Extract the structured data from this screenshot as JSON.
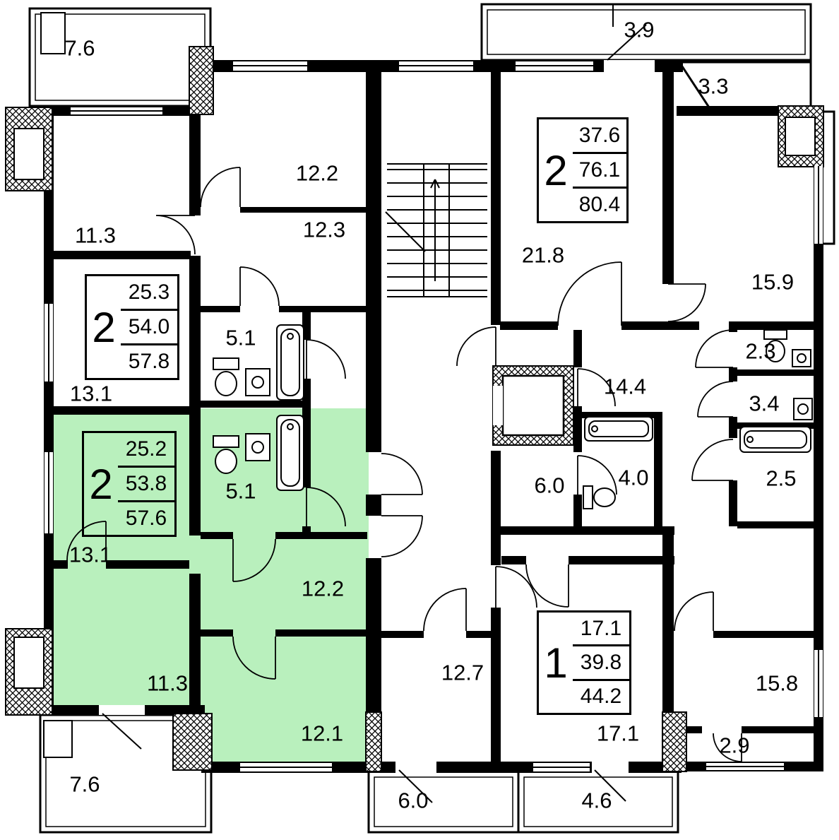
{
  "plan": {
    "kind": "apartment-floor-plan"
  },
  "colors": {
    "highlight_green": "#b9f0bd",
    "wall": "#000000",
    "background": "#ffffff"
  },
  "apartments": [
    {
      "number": "2",
      "areas": [
        "37.6",
        "76.1",
        "80.4"
      ]
    },
    {
      "number": "2",
      "areas": [
        "25.3",
        "54.0",
        "57.8"
      ]
    },
    {
      "number": "2",
      "areas": [
        "25.2",
        "53.8",
        "57.6"
      ],
      "highlighted": true
    },
    {
      "number": "1",
      "areas": [
        "17.1",
        "39.8",
        "44.2"
      ]
    }
  ],
  "rooms": [
    "7.6",
    "3.9",
    "3.3",
    "12.2",
    "12.3",
    "11.3",
    "21.8",
    "15.9",
    "5.1",
    "2.3",
    "13.1",
    "14.4",
    "3.4",
    "5.1",
    "6.0",
    "4.0",
    "2.5",
    "13.1",
    "12.2",
    "11.3",
    "12.7",
    "15.8",
    "12.1",
    "17.1",
    "2.9",
    "7.6",
    "6.0",
    "4.6"
  ]
}
